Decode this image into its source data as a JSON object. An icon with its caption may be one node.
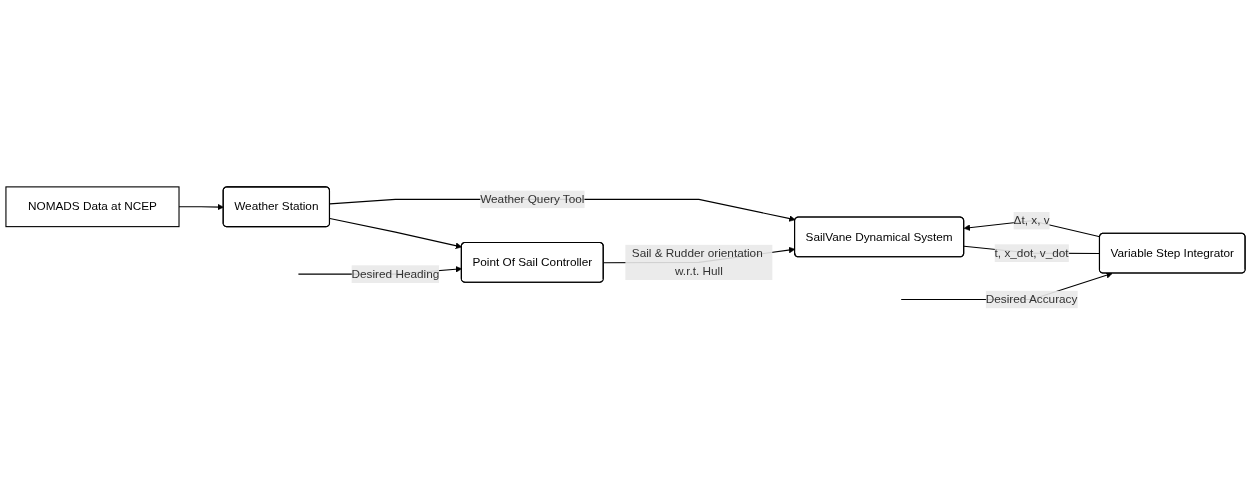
{
  "diagram": {
    "nodes": [
      {
        "text": [
          "Point Of Sail Controller"
        ]
      },
      {
        "text": [
          "Weather Station"
        ]
      },
      {
        "text": [
          "SailVane Dynamical System"
        ]
      },
      {
        "text": [
          "NOMADS Data at NCEP"
        ]
      },
      {
        "text": [
          "Variable Step Integrator"
        ]
      }
    ],
    "edges": [
      {
        "from": null,
        "to": 0,
        "label": "Desired Heading",
        "arrow": "to"
      },
      {
        "from": 1,
        "to": 0,
        "arrow": "to"
      },
      {
        "from": 1,
        "to": 2,
        "label": "Weather Query Tool",
        "arrow": "to"
      },
      {
        "from": 0,
        "to": 2,
        "label": "Sail & Rudder orientation w.r.t. Hull",
        "arrow": "to"
      },
      {
        "from": 3,
        "to": 1,
        "arrow": "to"
      },
      {
        "from": 2,
        "to": 4,
        "label": "t, x_dot, v_dot",
        "arrow": "none"
      },
      {
        "from": 4,
        "to": 2,
        "label": "Δt, x, v",
        "arrow": "to"
      },
      {
        "from": null,
        "to": 4,
        "label": "Desired Accuracy",
        "arrow": "to"
      }
    ]
  }
}
